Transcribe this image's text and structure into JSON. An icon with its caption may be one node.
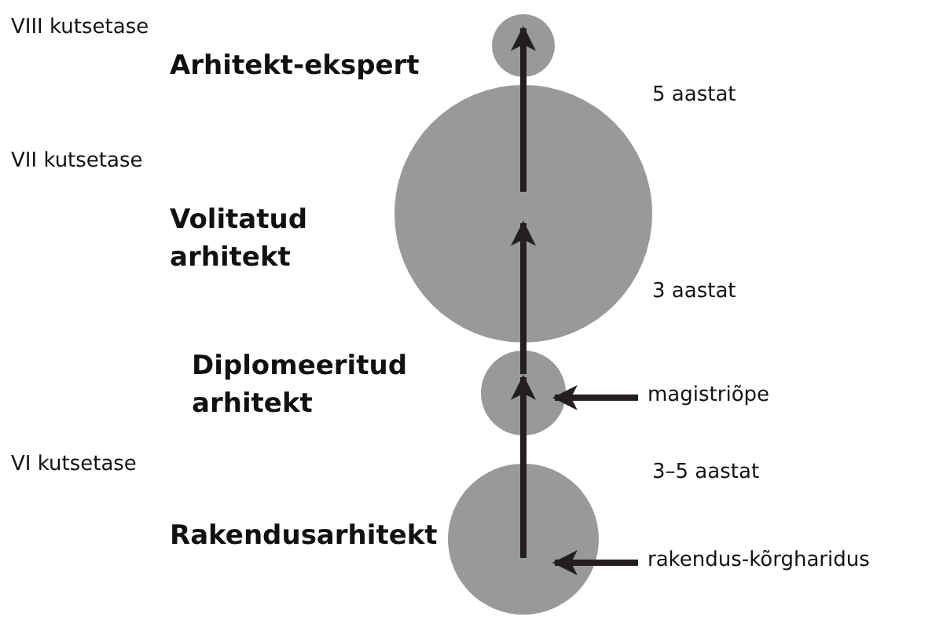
{
  "diagram": {
    "nodes": [
      {
        "text": [
          "Arhitekt-ekspert"
        ]
      },
      {
        "text": [
          "Volitatud arhitekt"
        ]
      },
      {
        "text": [
          "Diplomeeritud arhitekt"
        ]
      },
      {
        "text": [
          "Rakendusarhitekt"
        ]
      },
      {
        "text": [
          "magistriõpe"
        ]
      },
      {
        "text": [
          "rakendus-kõrgharidus"
        ]
      }
    ],
    "edges": [
      {
        "from": 3,
        "to": 2,
        "arrow": "to"
      },
      {
        "from": 2,
        "to": 1,
        "arrow": "to"
      },
      {
        "from": 1,
        "to": 0,
        "arrow": "to"
      },
      {
        "from": 4,
        "to": 2,
        "arrow": "to"
      },
      {
        "from": 5,
        "to": 3,
        "arrow": "to"
      }
    ],
    "labels": [
      "VIII kutsetase",
      "5 aastat",
      "VII kutsetase",
      "3 aastat",
      "VI kutsetase",
      "3–5 aastat"
    ]
  }
}
